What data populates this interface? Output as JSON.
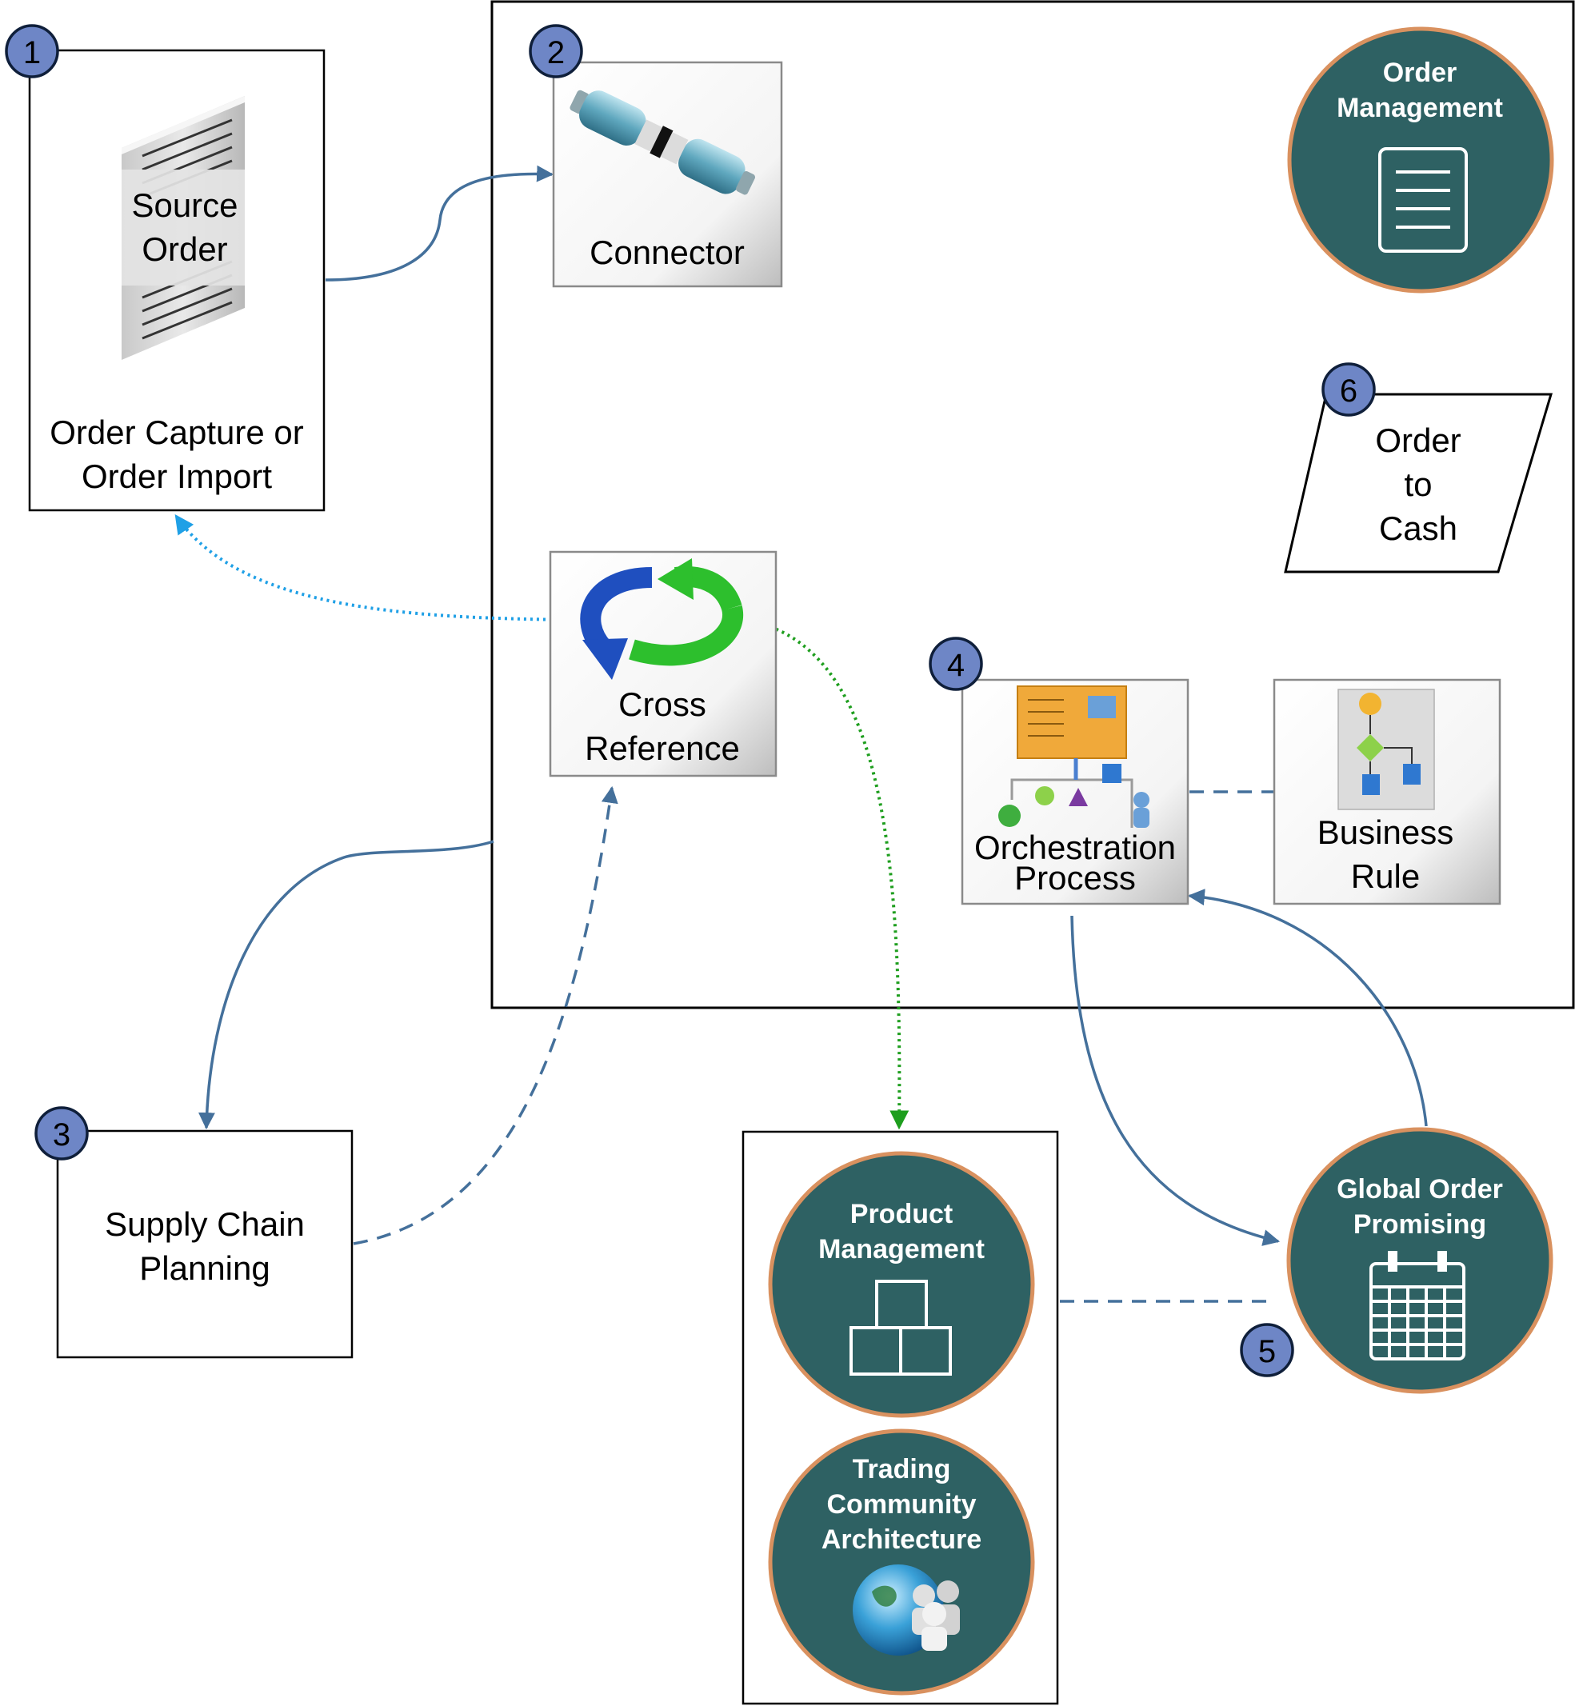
{
  "nodes": {
    "order_capture": {
      "badge": "1",
      "doc_label": [
        "Source",
        "Order"
      ],
      "label": [
        "Order Capture or",
        "Order Import"
      ]
    },
    "connector": {
      "badge": "2",
      "label": "Connector"
    },
    "order_management": {
      "title": [
        "Order",
        "Management"
      ],
      "icon": "document-icon"
    },
    "order_to_cash": {
      "badge": "6",
      "label": [
        "Order",
        "to",
        "Cash"
      ]
    },
    "cross_reference": {
      "label": [
        "Cross",
        "Reference"
      ],
      "icon": "sync-arrows-icon"
    },
    "orchestration": {
      "badge": "4",
      "label": [
        "Orchestration",
        "Process"
      ],
      "icon": "process-flow-icon"
    },
    "business_rule": {
      "label": [
        "Business",
        "Rule"
      ],
      "icon": "rule-flow-icon"
    },
    "supply_chain": {
      "badge": "3",
      "label": [
        "Supply Chain",
        "Planning"
      ]
    },
    "product_management": {
      "title": [
        "Product",
        "Management"
      ],
      "icon": "boxes-icon"
    },
    "trading_community": {
      "title": [
        "Trading",
        "Community",
        "Architecture"
      ],
      "icon": "globe-people-icon"
    },
    "global_order_promising": {
      "badge": "5",
      "title": [
        "Global Order",
        "Promising"
      ],
      "icon": "calendar-icon"
    }
  },
  "colors": {
    "teal_fill": "#2E6163",
    "teal_ring": "#D9915F",
    "badge_fill": "#6E86C6",
    "arrow_solid": "#44709B",
    "arrow_blue_dotted": "#1FA0E6",
    "arrow_green_dotted": "#1E9E1E"
  }
}
